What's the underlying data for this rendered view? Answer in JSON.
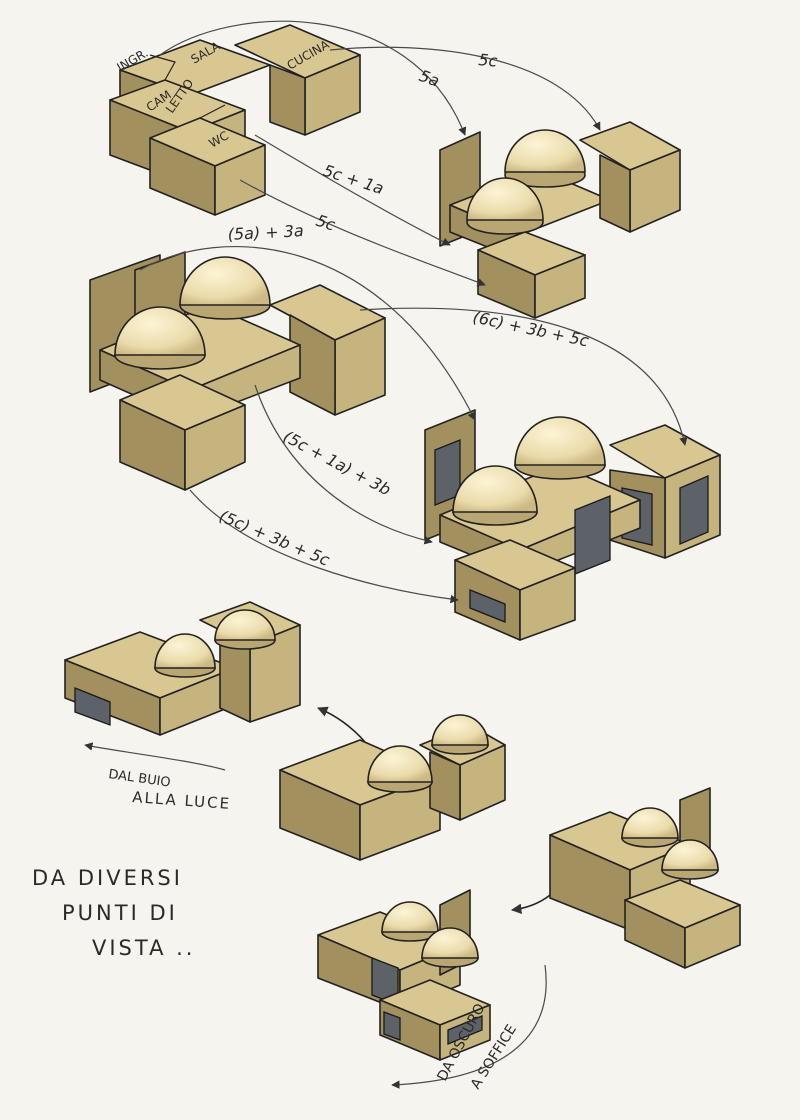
{
  "rooms": {
    "ingresso": "INGR.",
    "sala": "SALA",
    "cucina": "CUCINA",
    "cam": "CAM",
    "letto": "LETTO",
    "wc": "WC"
  },
  "arrows": {
    "a1": "5a",
    "a2": "5c",
    "a3": "5c + 1a",
    "a4": "5c",
    "a5": "(5a) + 3a",
    "a6": "(6c) + 3b + 5c",
    "a7": "(5c + 1a) + 3b",
    "a8": "(5c) + 3b + 5c"
  },
  "captions": {
    "buio_1": "DAL BUIO",
    "buio_2": "ALLA LUCE",
    "oscuro_1": "DA OSCURO",
    "oscuro_2": "A SOFFICE"
  },
  "note": {
    "line1": "DA DIVERSI",
    "line2": "PUNTI DI",
    "line3": "VISTA .."
  },
  "colors": {
    "cardboard_top": "#d9c791",
    "cardboard_left": "#a2905e",
    "cardboard_right": "#c6b47e",
    "dome": "#f3e6bb",
    "window": "#5d6168",
    "paper": "#f6f4ee",
    "ink": "#222222"
  }
}
